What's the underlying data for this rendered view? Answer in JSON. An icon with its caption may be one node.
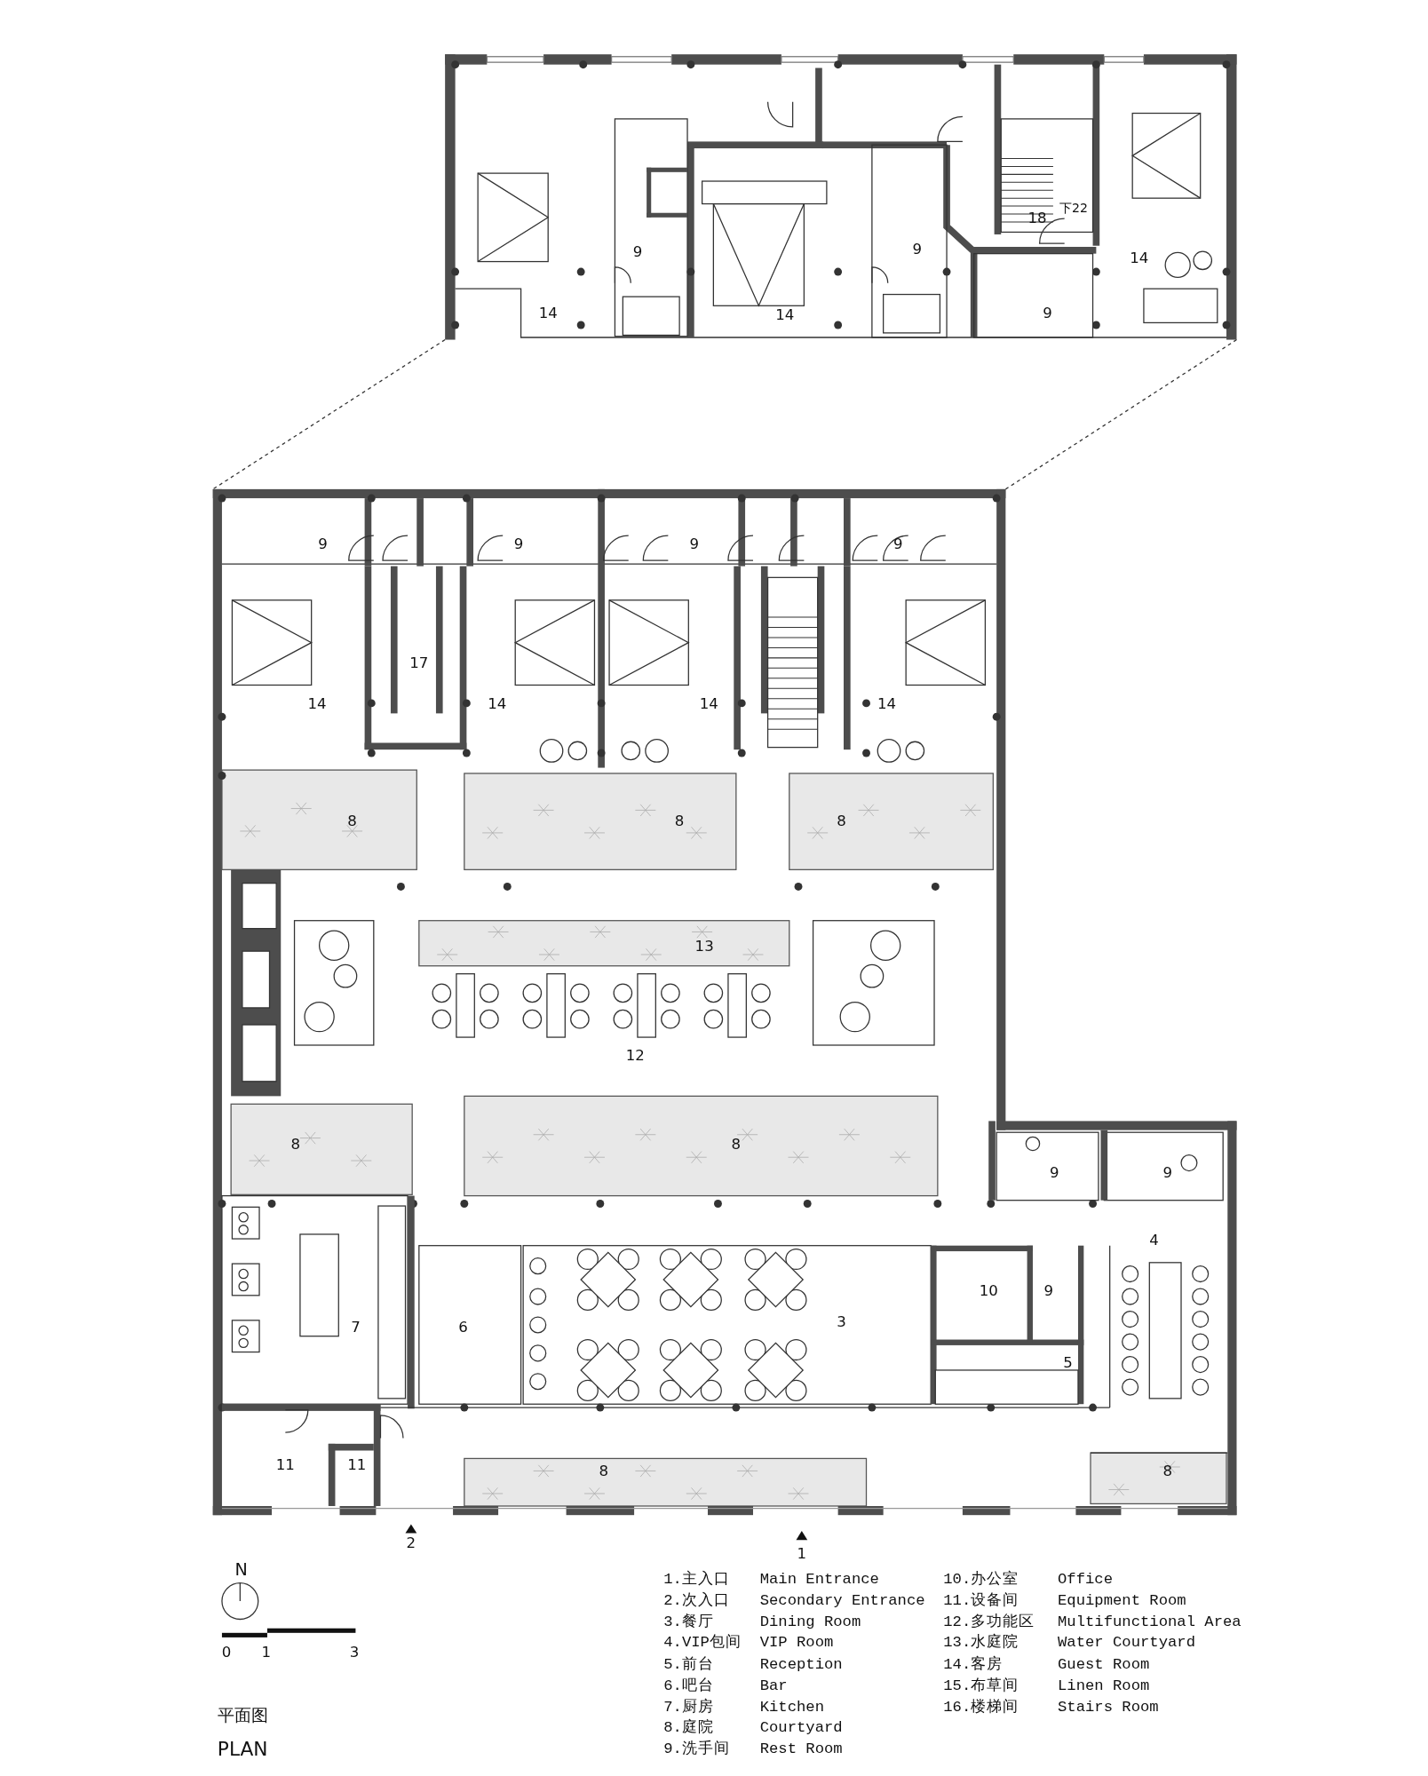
{
  "diagram": {
    "labels": [
      "18",
      "下22",
      "9",
      "9",
      "14",
      "14",
      "14",
      "9",
      "9",
      "9",
      "9",
      "9",
      "17",
      "14",
      "14",
      "14",
      "14",
      "8",
      "8",
      "8",
      "13",
      "12",
      "8",
      "8",
      "9",
      "9",
      "4",
      "10",
      "9",
      "3",
      "7",
      "6",
      "5",
      "11",
      "11",
      "8",
      "8",
      "2",
      "1",
      "N",
      "0",
      "1",
      "3",
      "1.主入口",
      "Main Entrance",
      "10.办公室",
      "Office",
      "2.次入口",
      "Secondary Entrance",
      "11.设备间",
      "Equipment Room",
      "3.餐厅",
      "Dining Room",
      "12.多功能区",
      "Multifunctional Area",
      "4.VIP包间",
      "VIP Room",
      "13.水庭院",
      "Water Courtyard",
      "5.前台",
      "Reception",
      "14.客房",
      "Guest Room",
      "6.吧台",
      "Bar",
      "15.布草间",
      "Linen Room",
      "7.厨房",
      "Kitchen",
      "16.楼梯间",
      "Stairs Room",
      "8.庭院",
      "Courtyard",
      "9.洗手间",
      "Rest Room",
      "平面图",
      "PLAN"
    ]
  }
}
